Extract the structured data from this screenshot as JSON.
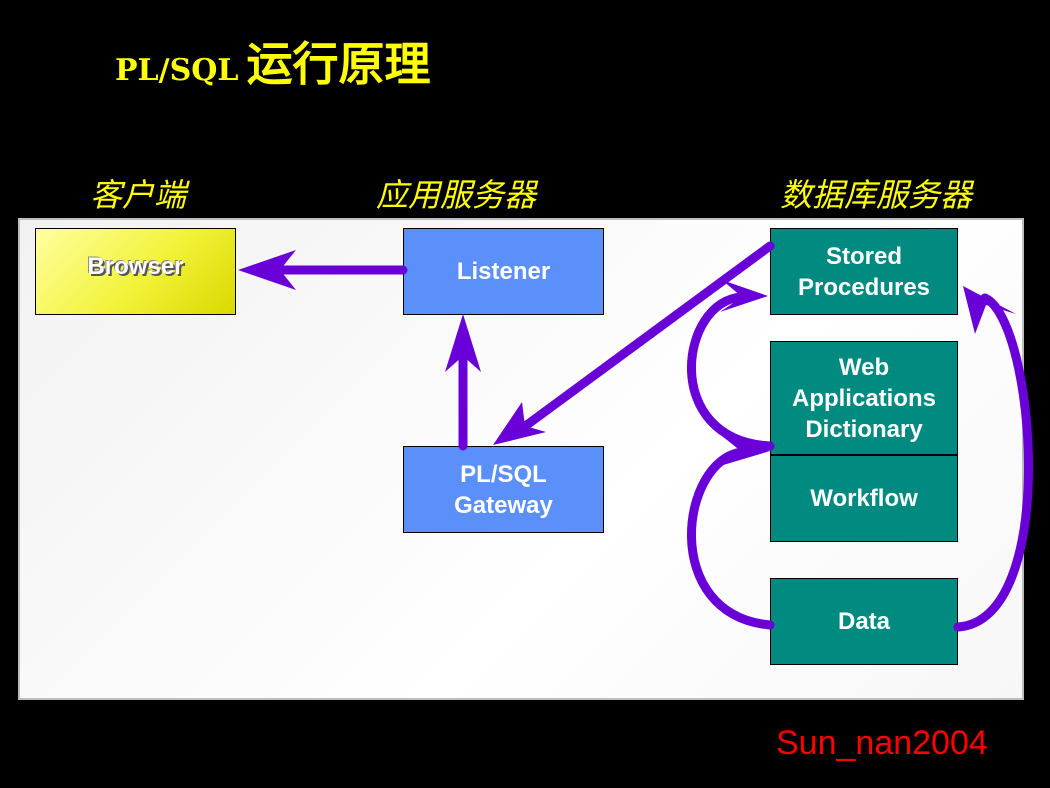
{
  "title": {
    "latin": "PL/SQL",
    "cjk": "运行原理"
  },
  "tiers": {
    "client": "客户端",
    "app_server": "应用服务器",
    "db_server": "数据库服务器"
  },
  "nodes": {
    "browser": "Browser",
    "listener": "Listener",
    "gateway_line1": "PL/SQL",
    "gateway_line2": "Gateway",
    "stored_line1": "Stored",
    "stored_line2": "Procedures",
    "webapp_line1": "Web",
    "webapp_line2": "Applications",
    "webapp_line3": "Dictionary",
    "workflow": "Workflow",
    "data": "Data"
  },
  "colors": {
    "background": "#000000",
    "title": "#FFFF00",
    "browser_box": "#F2F23A",
    "app_box": "#5B8FF9",
    "db_box": "#008A80",
    "arrow": "#6A00D8",
    "footer": "#FF0000"
  },
  "footer": "Sun_nan2004"
}
